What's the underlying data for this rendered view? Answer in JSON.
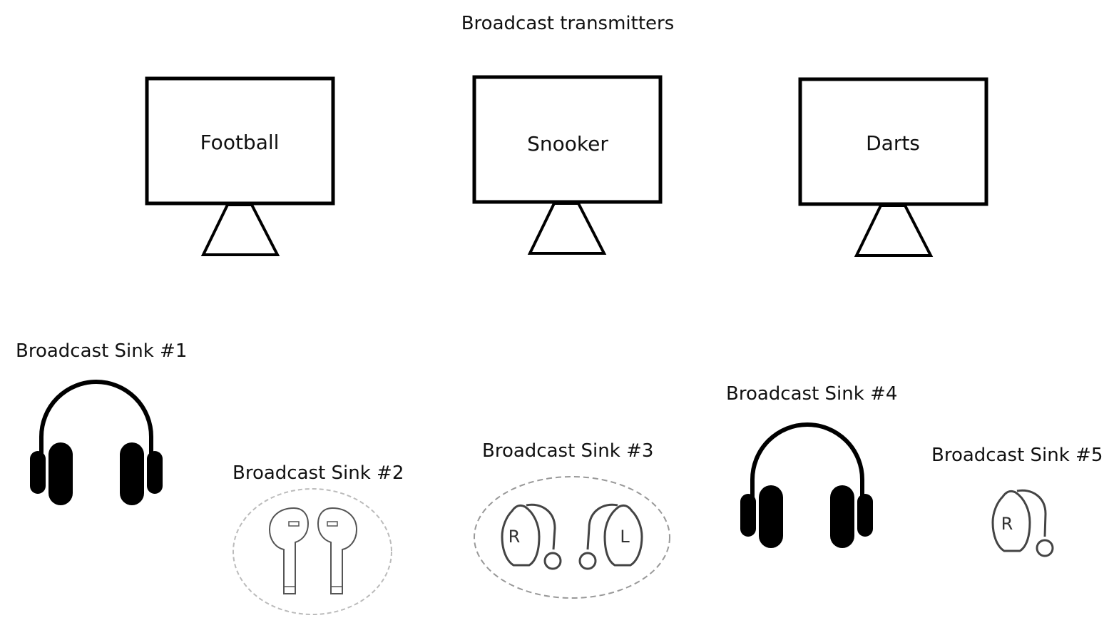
{
  "diagram": {
    "title": "Broadcast transmitters",
    "transmitters": [
      {
        "label": "Football"
      },
      {
        "label": "Snooker"
      },
      {
        "label": "Darts"
      }
    ],
    "sinks": [
      {
        "label": "Broadcast Sink #1",
        "device": "headphones-icon"
      },
      {
        "label": "Broadcast Sink #2",
        "device": "earbuds-icon"
      },
      {
        "label": "Broadcast Sink #3",
        "device": "hearing-aids-icon",
        "letters": [
          "R",
          "L"
        ]
      },
      {
        "label": "Broadcast Sink #4",
        "device": "headphones-icon"
      },
      {
        "label": "Broadcast Sink #5",
        "device": "hearing-aid-icon",
        "letters": [
          "R"
        ]
      }
    ]
  }
}
